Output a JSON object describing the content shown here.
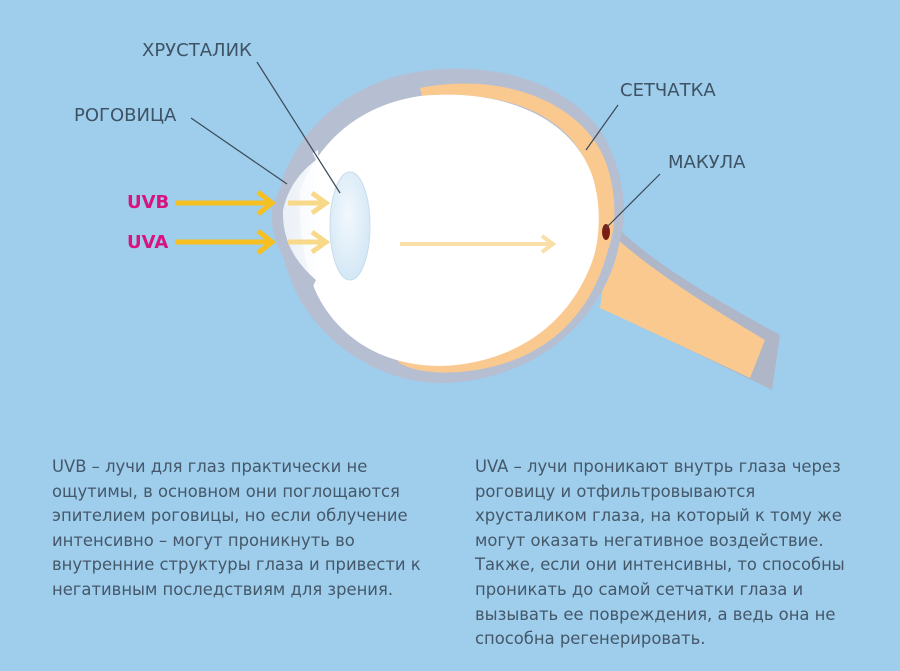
{
  "colors": {
    "background": "#9fcdec",
    "sclera": "#b7bfd3",
    "retina": "#f9c98f",
    "eyeball": "#ffffff",
    "lens": "#d8ebf7",
    "macula": "#7a1e14",
    "uv_arrow": "#f6c021",
    "uv_arrow_faded": "#f8d98a",
    "uv_label": "#d8137f",
    "label_text": "#3e5364",
    "leader_line": "#3a4a58"
  },
  "labels": {
    "lens": "ХРУСТАЛИК",
    "cornea": "РОГОВИЦА",
    "retina": "СЕТЧАТКА",
    "macula": "МАКУЛА"
  },
  "rays": {
    "uvb": "UVB",
    "uva": "UVA"
  },
  "descriptions": {
    "uvb": {
      "lines": [
        "UVB – лучи для глаз практически не",
        "ощутимы, в основном они поглощаются",
        "эпителием роговицы, но если облучение",
        "интенсивно – могут проникнуть во",
        "внутренние структуры глаза и привести к",
        "негативным последствиям для зрения."
      ]
    },
    "uva": {
      "lines": [
        "UVA – лучи проникают внутрь глаза через",
        "роговицу и отфильтровываются",
        "хрусталиком глаза, на который к тому же",
        "могут оказать негативное воздействие.",
        "Также, если они интенсивны, то способны",
        "проникать до самой сетчатки глаза и",
        "вызывать ее повреждения, а ведь она не",
        "способна регенерировать."
      ]
    }
  }
}
